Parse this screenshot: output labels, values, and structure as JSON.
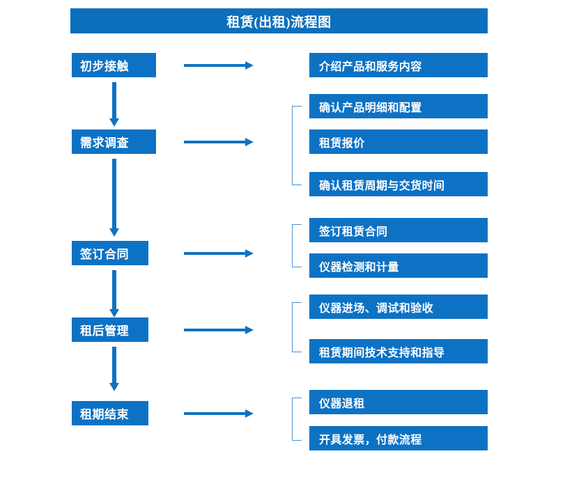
{
  "diagram": {
    "title": "租赁(出租)流程图",
    "colors": {
      "box_fill": "#0d72c4",
      "title_fill": "#0b6fbd",
      "arrow": "#0f72c0",
      "bracket": "#4f8fd1",
      "text": "#ffffff",
      "background": "#ffffff"
    },
    "arrow_icon": "right-arrow-icon",
    "down_arrow_icon": "down-arrow-icon",
    "bracket_icon": "bracket-connector-icon",
    "stages": [
      {
        "label": "初步接触",
        "details": [
          "介绍产品和服务内容"
        ]
      },
      {
        "label": "需求调查",
        "details": [
          "确认产品明细和配置",
          "租赁报价",
          "确认租赁周期与交货时间"
        ]
      },
      {
        "label": "签订合同",
        "details": [
          "签订租赁合同",
          "仪器检测和计量"
        ]
      },
      {
        "label": "租后管理",
        "details": [
          "仪器进场、调试和验收",
          "租赁期间技术支持和指导"
        ]
      },
      {
        "label": "租期结束",
        "details": [
          "仪器退租",
          "开具发票，付款流程"
        ]
      }
    ]
  }
}
